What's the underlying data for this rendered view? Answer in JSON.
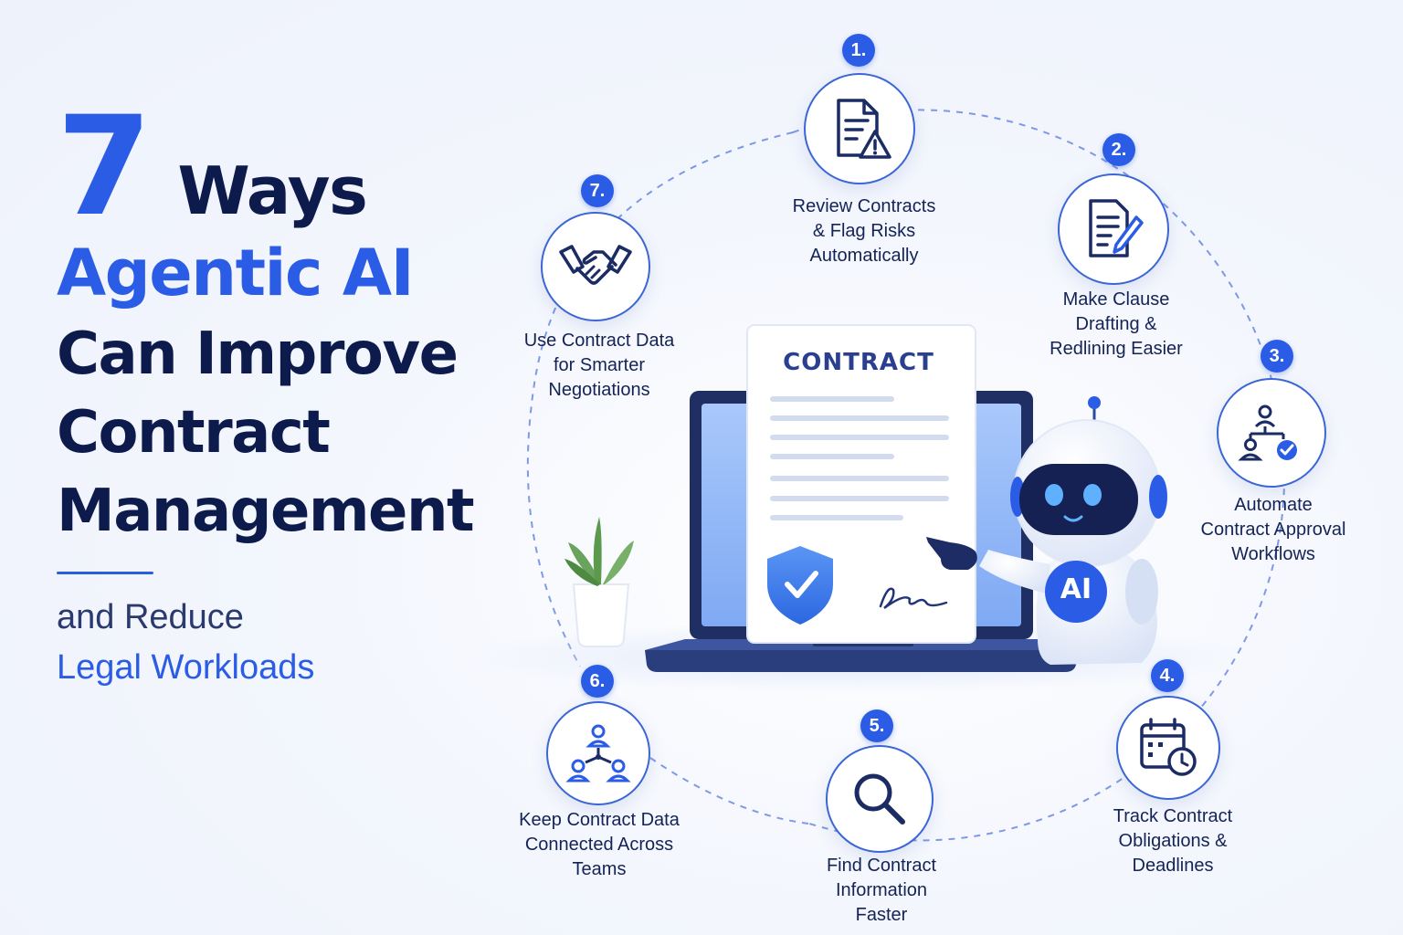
{
  "headline": {
    "number": "7",
    "ways": "Ways",
    "line2": "Agentic AI",
    "line3": "Can Improve",
    "line4": "Contract",
    "line5": "Management",
    "sub1": "and Reduce",
    "sub2": "Legal Workloads"
  },
  "document": {
    "title": "CONTRACT"
  },
  "robot": {
    "badge": "AI"
  },
  "steps": [
    {
      "num": "1.",
      "label_lines": [
        "Review Contracts",
        "& Flag Risks",
        "Automatically"
      ],
      "icon": "document-warning-icon"
    },
    {
      "num": "2.",
      "label_lines": [
        "Make Clause",
        "Drafting &",
        "Redlining Easier"
      ],
      "icon": "document-pen-icon"
    },
    {
      "num": "3.",
      "label_lines": [
        "Automate",
        "Contract Approval",
        "Workflows"
      ],
      "icon": "approval-workflow-icon"
    },
    {
      "num": "4.",
      "label_lines": [
        "Track Contract",
        "Obligations &",
        "Deadlines"
      ],
      "icon": "calendar-clock-icon"
    },
    {
      "num": "5.",
      "label_lines": [
        "Find Contract",
        "Information",
        "Faster"
      ],
      "icon": "magnifier-icon"
    },
    {
      "num": "6.",
      "label_lines": [
        "Keep Contract Data",
        "Connected Across",
        "Teams"
      ],
      "icon": "team-network-icon"
    },
    {
      "num": "7.",
      "label_lines": [
        "Use Contract Data",
        "for Smarter",
        "Negotiations"
      ],
      "icon": "handshake-icon"
    }
  ],
  "colors": {
    "accent": "#2b5ce6",
    "navy": "#0d1b4c",
    "ring": "#3b66d6"
  }
}
